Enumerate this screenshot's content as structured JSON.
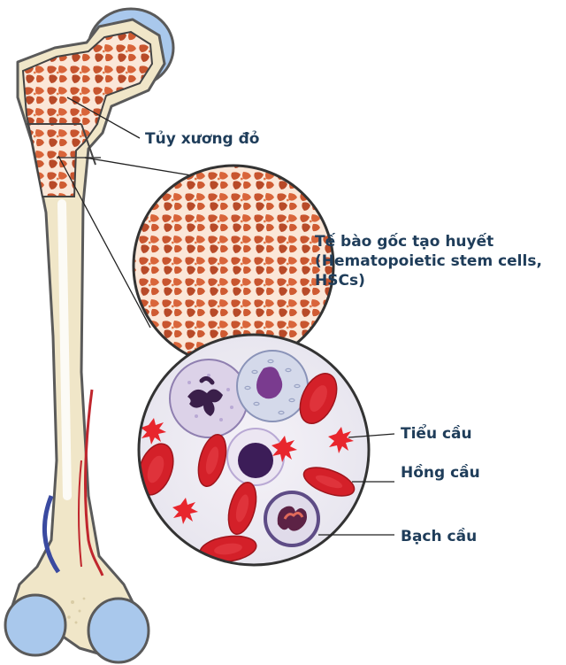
{
  "labels": {
    "red_marrow": "Tủy xương đỏ",
    "hsc_line1": "Tế bào gốc tạo huyết",
    "hsc_line2": "(Hematopoietic stem cells,",
    "hsc_line3": "HSCs)",
    "platelet": "Tiểu cầu",
    "red_blood_cell": "Hồng cầu",
    "white_blood_cell": "Bạch cầu"
  },
  "colors": {
    "bone": "#f0e6c8",
    "bone_outline": "#5a5a5a",
    "cartilage": "#a9c8ec",
    "marrow_bg": "#fbe7d8",
    "marrow_trabecula": "#c8552f",
    "label_text": "#1f3d5a",
    "red_cell": "#d42029",
    "platelet": "#e8262d",
    "blood_bg": "#eef1f6",
    "vein": "#3a4aa0",
    "artery": "#c0262d"
  }
}
